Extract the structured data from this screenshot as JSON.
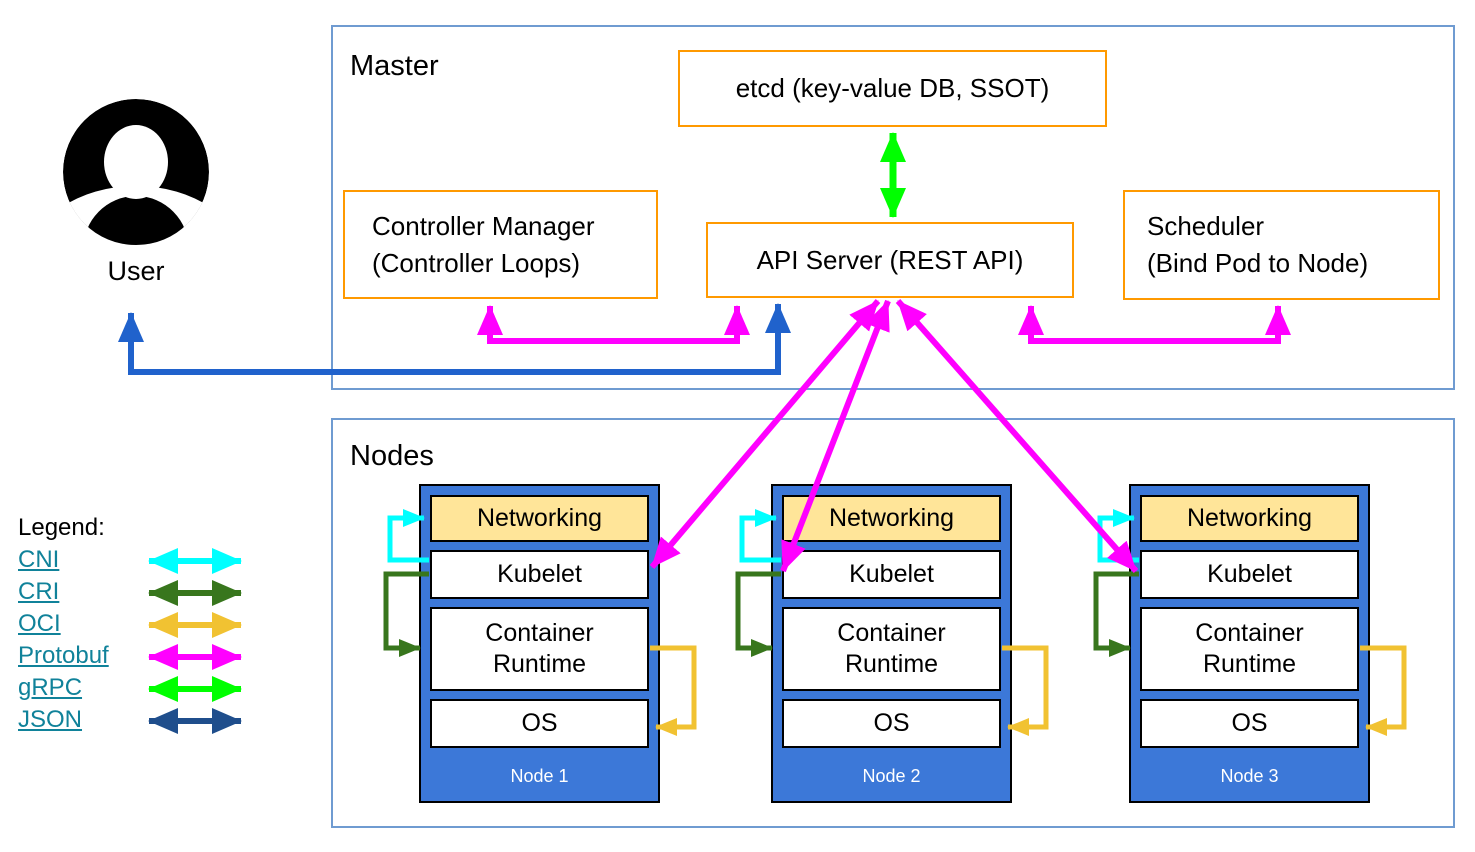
{
  "master": {
    "title": "Master",
    "boxes": {
      "etcd": "etcd (key-value DB, SSOT)",
      "controller_manager_line1": "Controller Manager",
      "controller_manager_line2": "(Controller Loops)",
      "api_server": "API Server (REST API)",
      "scheduler_line1": "Scheduler",
      "scheduler_line2": "(Bind Pod to Node)"
    }
  },
  "user": {
    "label": "User"
  },
  "nodes": {
    "title": "Nodes",
    "layers": [
      "Networking",
      "Kubelet",
      "Container Runtime",
      "OS"
    ],
    "items": [
      {
        "name": "Node 1"
      },
      {
        "name": "Node 2"
      },
      {
        "name": "Node 3"
      }
    ]
  },
  "legend": {
    "title": "Legend:",
    "items": [
      {
        "label": "CNI",
        "protocol": "cni"
      },
      {
        "label": "CRI",
        "protocol": "cri"
      },
      {
        "label": "OCI",
        "protocol": "oci"
      },
      {
        "label": "Protobuf",
        "protocol": "protobuf"
      },
      {
        "label": "gRPC",
        "protocol": "grpc"
      },
      {
        "label": "JSON",
        "protocol": "json"
      }
    ]
  },
  "colors": {
    "cni": "#00ffff",
    "cri": "#38761d",
    "oci": "#f1c232",
    "protobuf": "#ff00ff",
    "grpc": "#00ff00",
    "json": "#1f4e8c",
    "user_line_blue": "#2062cc",
    "node_blue": "#3c78d8",
    "networking_yellow": "#ffe599",
    "box_orange": "#ff9900",
    "container_border": "#6f9bd1",
    "link_teal": "#10829a"
  }
}
